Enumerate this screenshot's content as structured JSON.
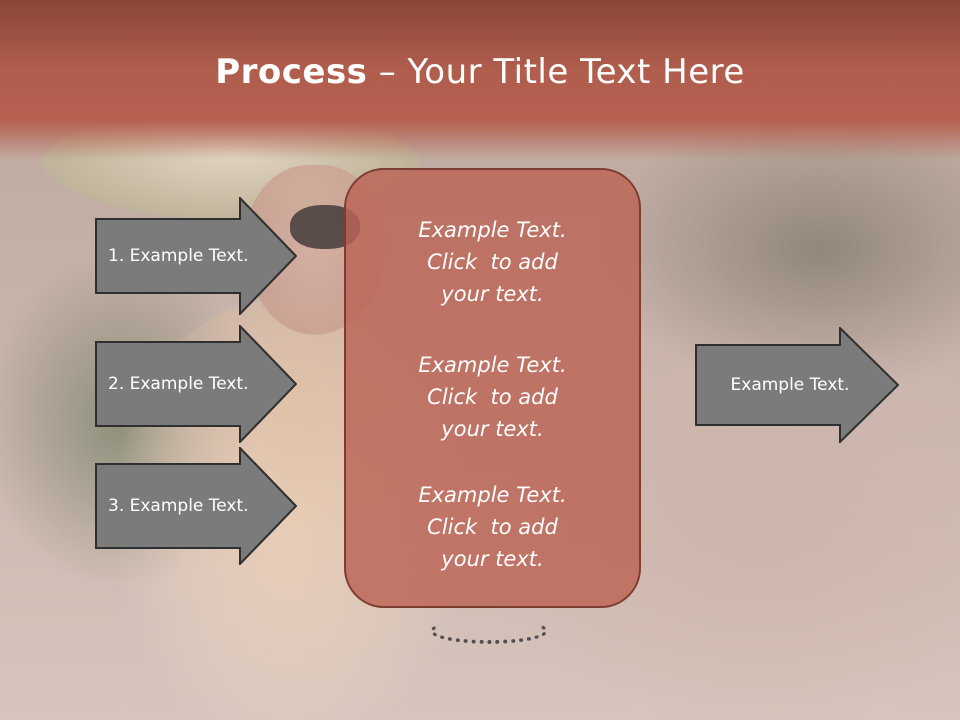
{
  "slide": {
    "title_bold": "Process",
    "title_rest": " – Your Title Text Here"
  },
  "left_arrows": [
    {
      "label": "1. Example Text."
    },
    {
      "label": "2. Example Text."
    },
    {
      "label": "3. Example Text."
    }
  ],
  "center_box": {
    "paragraphs": [
      {
        "line1": "Example Text.",
        "line2": "Click  to add",
        "line3": "your text."
      },
      {
        "line1": "Example Text.",
        "line2": "Click  to add",
        "line3": "your text."
      },
      {
        "line1": "Example Text.",
        "line2": "Click  to add",
        "line3": "your text."
      }
    ]
  },
  "right_arrow": {
    "label": "Example Text."
  },
  "colors": {
    "title_band": "#b15e4e",
    "arrow_fill": "#7b7b7b",
    "center_fill": "#bb6456",
    "center_border": "#7e3d31"
  }
}
